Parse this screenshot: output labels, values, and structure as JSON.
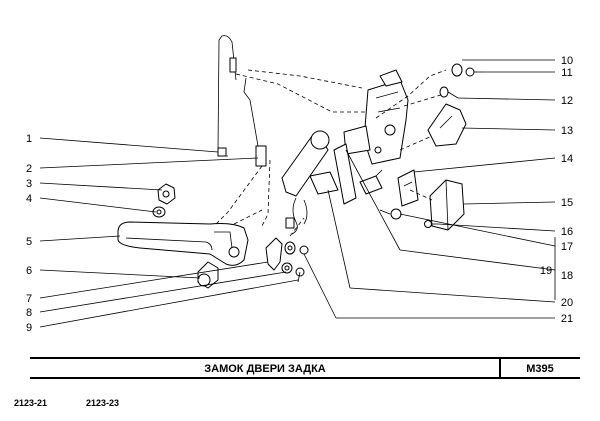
{
  "callouts_left": [
    "1",
    "2",
    "3",
    "4",
    "5",
    "6",
    "7",
    "8",
    "9"
  ],
  "callouts_right": [
    "10",
    "11",
    "12",
    "13",
    "14",
    "15",
    "16",
    "17",
    "19",
    "18",
    "20",
    "21"
  ],
  "title_block": {
    "title": "ЗАМОК ДВЕРИ ЗАДКА",
    "code": "M395"
  },
  "models": [
    "2123-21",
    "2123-23"
  ]
}
